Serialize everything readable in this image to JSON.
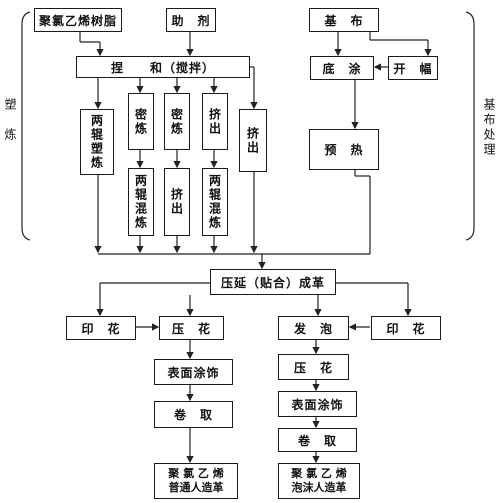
{
  "boxes": {
    "pvc_resin": "聚氯乙烯树脂",
    "additives": "助　剂",
    "base_fabric": "基　布",
    "kneading": "捏　　和（搅拌）",
    "bottom_coat": "底　涂",
    "slitting": "开　幅",
    "two_roll_plasticizing": "两辊塑炼",
    "banbury_1": "密炼",
    "banbury_2": "密炼",
    "extrude_1": "挤出",
    "extrude_2": "挤出",
    "preheat": "预　热",
    "two_roll_mixing_1": "两辊混炼",
    "extrude_3": "挤出",
    "two_roll_mixing_2": "两辊混炼",
    "calender": "压延（贴合）成革",
    "print_left": "印　花",
    "emboss_left": "压　花",
    "foaming": "发　泡",
    "print_right": "印　花",
    "surface_coat_left": "表面涂饰",
    "emboss_right": "压　花",
    "windup_left": "卷　取",
    "surface_coat_right": "表面涂饰",
    "windup_right": "卷　取",
    "product_left_line1": "聚 氯 乙 烯",
    "product_left_line2": "普通人造革",
    "product_right_line1": "聚 氯 乙 烯",
    "product_right_line2": "泡沫人造革"
  },
  "side_labels": {
    "left": "塑　炼",
    "right": "基布处理"
  }
}
